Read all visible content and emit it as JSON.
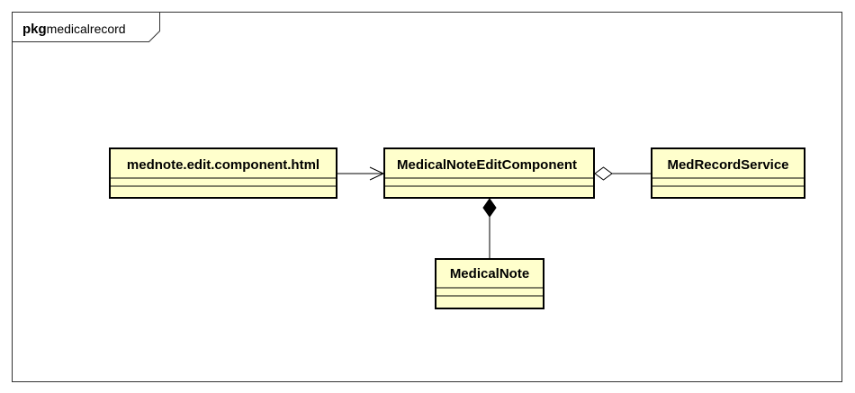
{
  "package": {
    "keyword": "pkg",
    "name": "medicalrecord"
  },
  "classes": {
    "html_template": {
      "name": "mednote.edit.component.html"
    },
    "edit_component": {
      "name": "MedicalNoteEditComponent"
    },
    "record_service": {
      "name": "MedRecordService"
    },
    "medical_note": {
      "name": "MedicalNote"
    }
  },
  "relations": [
    {
      "from": "mednote.edit.component.html",
      "to": "MedicalNoteEditComponent",
      "type": "dependency"
    },
    {
      "from": "MedicalNoteEditComponent",
      "to": "MedRecordService",
      "type": "aggregation"
    },
    {
      "from": "MedicalNoteEditComponent",
      "to": "MedicalNote",
      "type": "composition"
    }
  ],
  "colors": {
    "class_fill": "#ffffcc",
    "stroke": "#000000",
    "frame_stroke": "#333333",
    "background": "#ffffff"
  }
}
